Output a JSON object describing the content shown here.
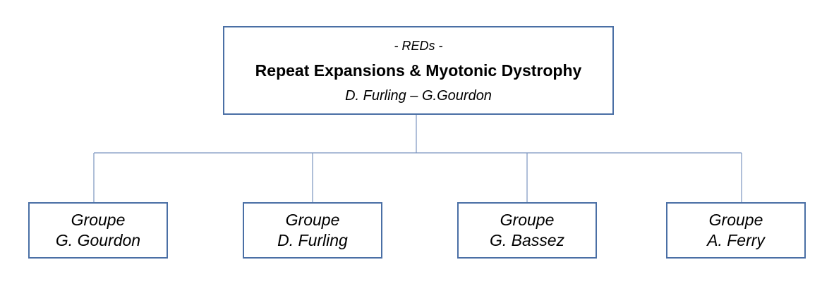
{
  "root": {
    "acronym": "- REDs -",
    "title": "Repeat Expansions & Myotonic Dystrophy",
    "leaders": "D. Furling – G.Gourdon"
  },
  "groups": [
    {
      "line1": "Groupe",
      "line2": "G. Gourdon"
    },
    {
      "line1": "Groupe",
      "line2": "D. Furling"
    },
    {
      "line1": "Groupe",
      "line2": "G. Bassez"
    },
    {
      "line1": "Groupe",
      "line2": "A. Ferry"
    }
  ],
  "colors": {
    "border": "#4a6fa5",
    "connector": "#7a94bf"
  }
}
